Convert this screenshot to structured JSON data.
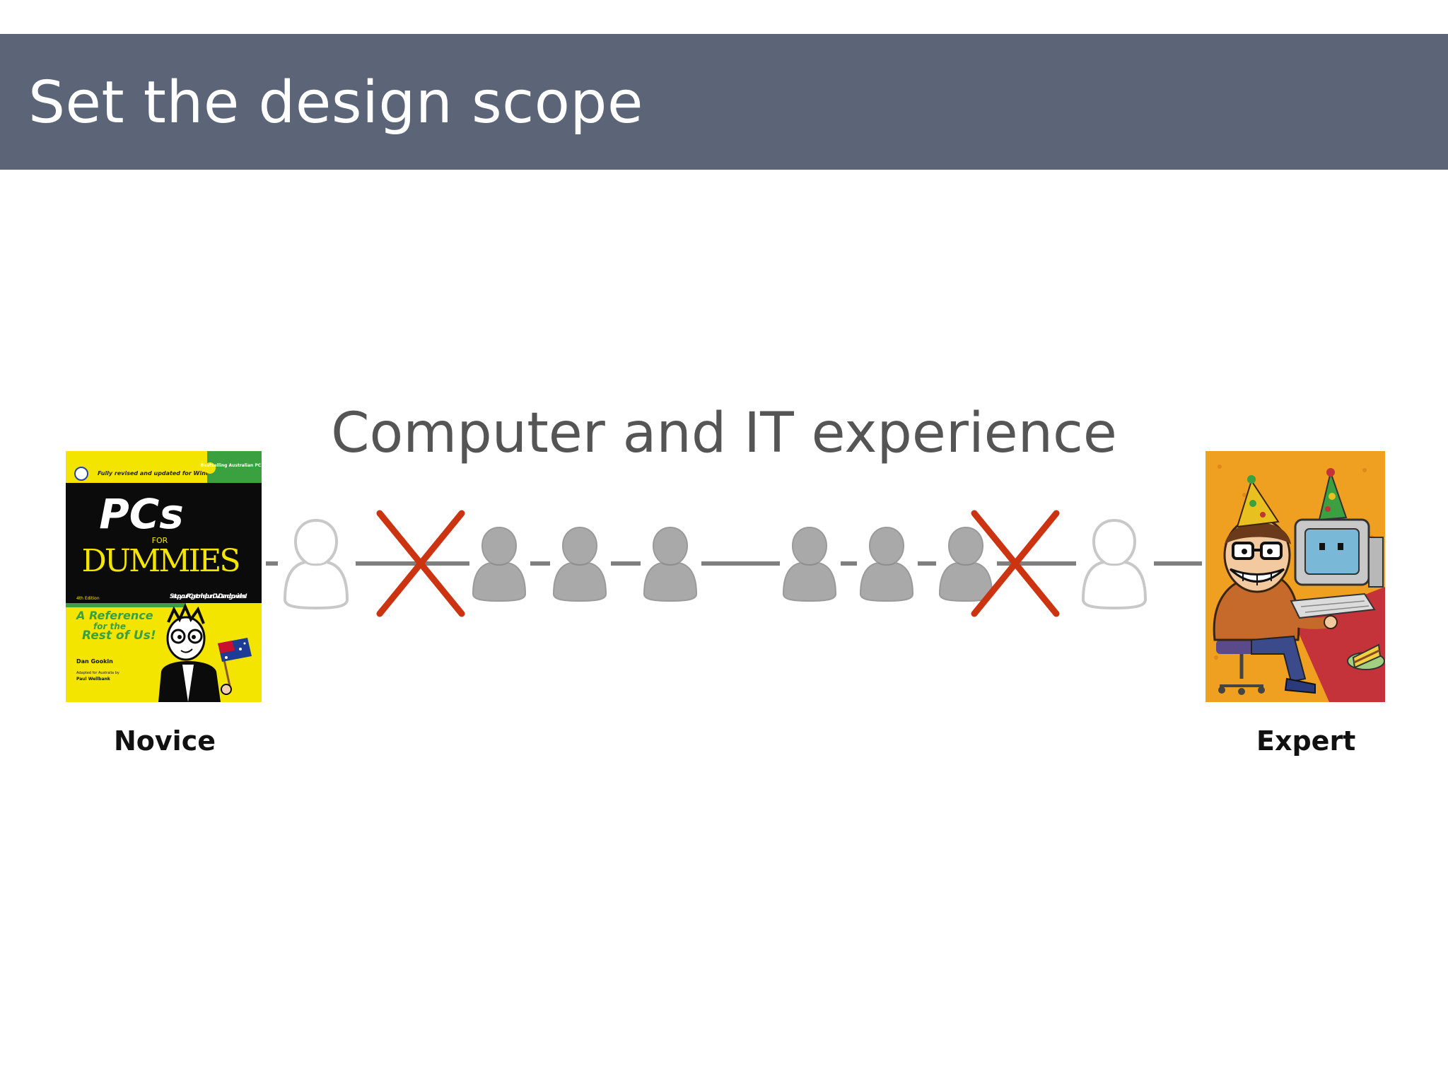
{
  "slide": {
    "title": "Set the design scope",
    "subtitle": "Computer and IT experience"
  },
  "scale": {
    "left_end": {
      "label": "Novice",
      "image": "pcs-for-dummies-book-cover",
      "book": {
        "top_banner": "Fully revised and updated for Windows Vista",
        "bestseller_badge": "Bestselling Australian PC Book",
        "title_main": "PCs",
        "title_for": "FOR",
        "title_dummies": "DUMMIES",
        "edition": "4th Edition",
        "blurb": "Set up your PC, get online, burn DVDs and go wireless!",
        "tagline_1": "A Reference",
        "tagline_2": "for the",
        "tagline_3": "Rest of Us!",
        "author": "Dan Gookin",
        "adapted": "Adapted for Australia by",
        "adapter": "Paul Wellbank"
      }
    },
    "right_end": {
      "label": "Expert",
      "image": "geek-cartoon-at-computer"
    },
    "people": [
      {
        "style": "outline",
        "crossed": false
      },
      {
        "style": "none",
        "crossed": true
      },
      {
        "style": "filled",
        "crossed": false
      },
      {
        "style": "filled",
        "crossed": false
      },
      {
        "style": "filled",
        "crossed": false
      },
      {
        "style": "filled",
        "crossed": false
      },
      {
        "style": "filled",
        "crossed": false
      },
      {
        "style": "filled",
        "crossed": true
      },
      {
        "style": "outline",
        "crossed": false
      }
    ]
  },
  "colors": {
    "title_bar": "#5b6577",
    "line": "#7f7f7f",
    "person_fill": "#a9a9a9",
    "person_outline": "#c8c8c8",
    "cross": "#cc3311",
    "book_yellow": "#f4e500",
    "book_black": "#0b0b0b",
    "book_green": "#3aa040",
    "cartoon_orange": "#f0a020"
  }
}
